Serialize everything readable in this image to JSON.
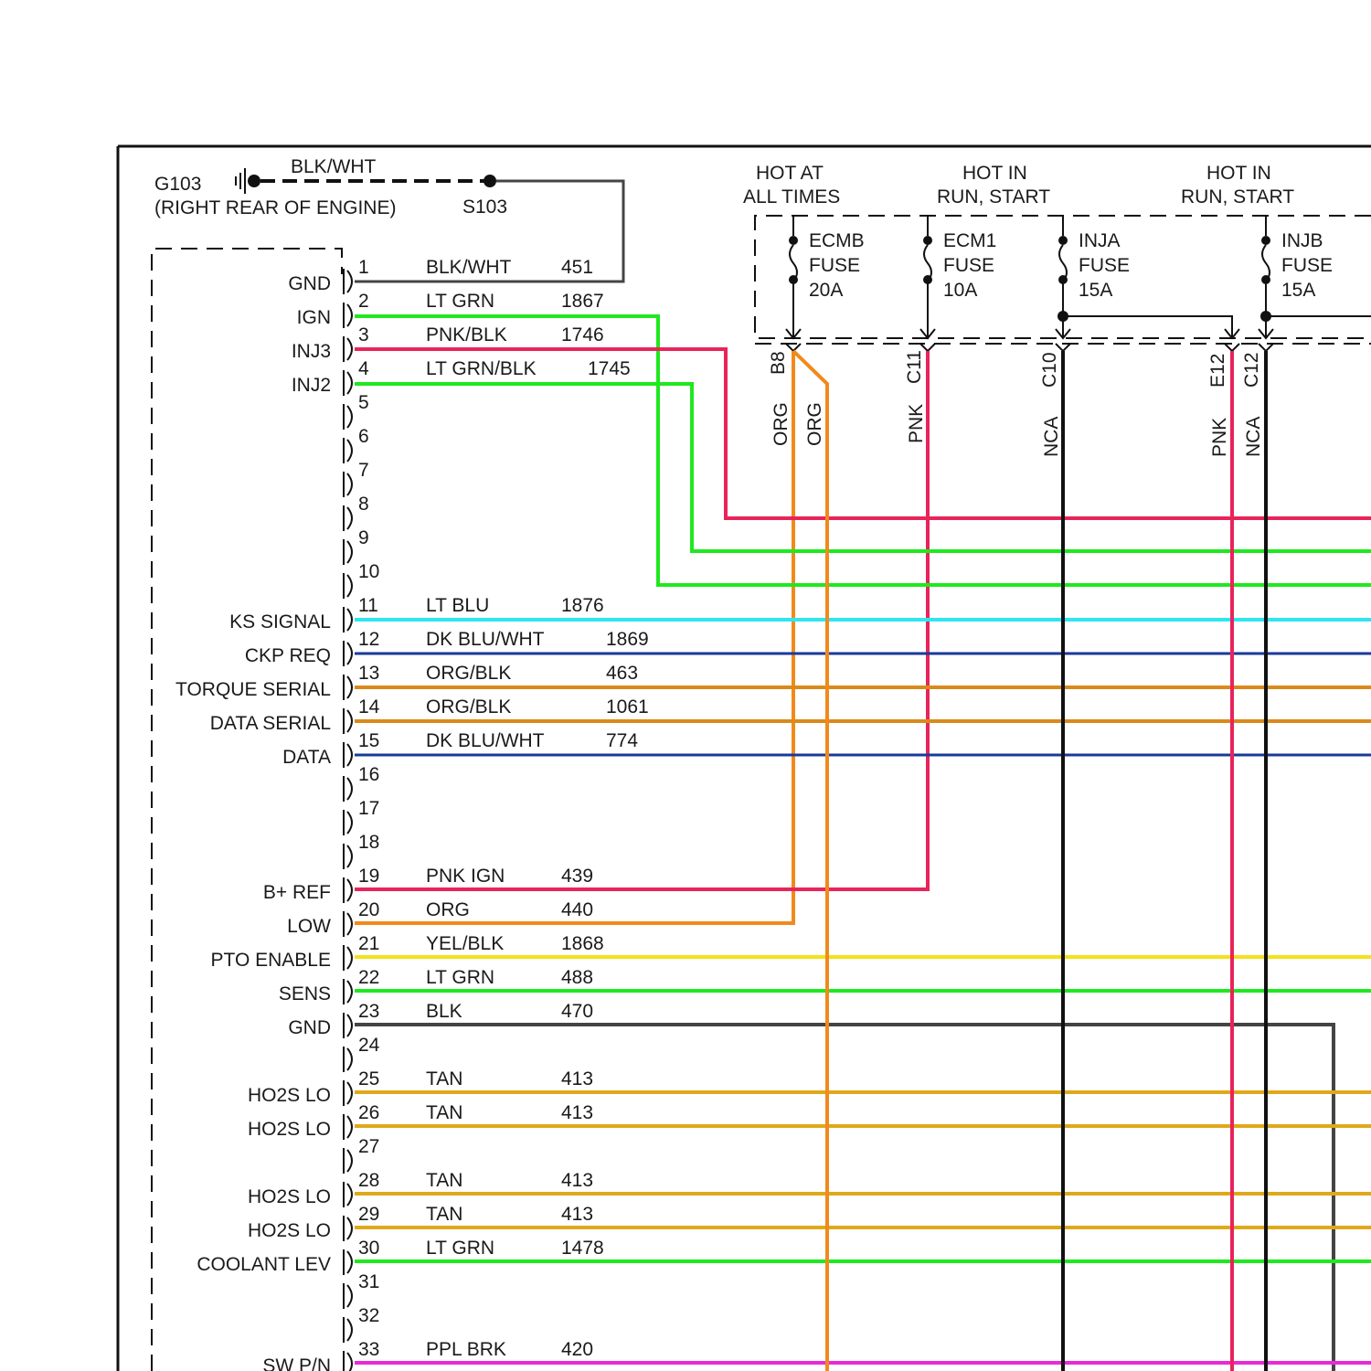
{
  "ground": {
    "id": "G103",
    "location": "(RIGHT REAR OF ENGINE)",
    "wire": "BLK/WHT",
    "splice": "S103"
  },
  "power": {
    "hot_at_all_times_1": "HOT AT",
    "hot_at_all_times_2": "ALL TIMES",
    "hot_in_1a": "HOT IN",
    "hot_in_1b": "RUN, START",
    "hot_in_2a": "HOT IN",
    "hot_in_2b": "RUN, START"
  },
  "fuses": [
    {
      "name": "ECMB",
      "type": "FUSE",
      "rating": "20A"
    },
    {
      "name": "ECM1",
      "type": "FUSE",
      "rating": "10A"
    },
    {
      "name": "INJA",
      "type": "FUSE",
      "rating": "15A"
    },
    {
      "name": "INJB",
      "type": "FUSE",
      "rating": "15A"
    }
  ],
  "fuse_terminals": [
    {
      "pin": "B8",
      "wire": "ORG"
    },
    {
      "pin": "",
      "wire": "ORG"
    },
    {
      "pin": "C11",
      "wire": "PNK"
    },
    {
      "pin": "C10",
      "wire": "NCA"
    },
    {
      "pin": "E12",
      "wire": "PNK"
    },
    {
      "pin": "C12",
      "wire": "NCA"
    }
  ],
  "pins": [
    {
      "num": "1",
      "func": "GND",
      "color": "BLK/WHT",
      "circuit": "451"
    },
    {
      "num": "2",
      "func": "IGN",
      "color": "LT GRN",
      "circuit": "1867"
    },
    {
      "num": "3",
      "func": "INJ3",
      "color": "PNK/BLK",
      "circuit": "1746"
    },
    {
      "num": "4",
      "func": "INJ2",
      "color": "LT GRN/BLK",
      "circuit": "1745"
    },
    {
      "num": "5",
      "func": "",
      "color": "",
      "circuit": ""
    },
    {
      "num": "6",
      "func": "",
      "color": "",
      "circuit": ""
    },
    {
      "num": "7",
      "func": "",
      "color": "",
      "circuit": ""
    },
    {
      "num": "8",
      "func": "",
      "color": "",
      "circuit": ""
    },
    {
      "num": "9",
      "func": "",
      "color": "",
      "circuit": ""
    },
    {
      "num": "10",
      "func": "",
      "color": "",
      "circuit": ""
    },
    {
      "num": "11",
      "func": "KS SIGNAL",
      "color": "LT BLU",
      "circuit": "1876"
    },
    {
      "num": "12",
      "func": "CKP REQ",
      "color": "DK BLU/WHT",
      "circuit": "1869"
    },
    {
      "num": "13",
      "func": "TORQUE SERIAL",
      "color": "ORG/BLK",
      "circuit": "463"
    },
    {
      "num": "14",
      "func": "DATA SERIAL",
      "color": "ORG/BLK",
      "circuit": "1061"
    },
    {
      "num": "15",
      "func": "DATA",
      "color": "DK BLU/WHT",
      "circuit": "774"
    },
    {
      "num": "16",
      "func": "",
      "color": "",
      "circuit": ""
    },
    {
      "num": "17",
      "func": "",
      "color": "",
      "circuit": ""
    },
    {
      "num": "18",
      "func": "",
      "color": "",
      "circuit": ""
    },
    {
      "num": "19",
      "func": "B+ REF",
      "color": "PNK IGN",
      "circuit": "439"
    },
    {
      "num": "20",
      "func": "LOW",
      "color": "ORG",
      "circuit": "440"
    },
    {
      "num": "21",
      "func": "PTO ENABLE",
      "color": "YEL/BLK",
      "circuit": "1868"
    },
    {
      "num": "22",
      "func": "SENS",
      "color": "LT GRN",
      "circuit": "488"
    },
    {
      "num": "23",
      "func": "GND",
      "color": "BLK",
      "circuit": "470"
    },
    {
      "num": "24",
      "func": "",
      "color": "",
      "circuit": ""
    },
    {
      "num": "25",
      "func": "HO2S LO",
      "color": "TAN",
      "circuit": "413"
    },
    {
      "num": "26",
      "func": "HO2S LO",
      "color": "TAN",
      "circuit": "413"
    },
    {
      "num": "27",
      "func": "",
      "color": "",
      "circuit": ""
    },
    {
      "num": "28",
      "func": "HO2S LO",
      "color": "TAN",
      "circuit": "413"
    },
    {
      "num": "29",
      "func": "HO2S LO",
      "color": "TAN",
      "circuit": "413"
    },
    {
      "num": "30",
      "func": "COOLANT LEV",
      "color": "LT GRN",
      "circuit": "1478"
    },
    {
      "num": "31",
      "func": "",
      "color": "",
      "circuit": ""
    },
    {
      "num": "32",
      "func": "",
      "color": "",
      "circuit": ""
    },
    {
      "num": "33",
      "func": "SW P/N",
      "color": "PPL BRK",
      "circuit": "420"
    }
  ],
  "wire_colors": {
    "ltgrn": "#1fe81f",
    "pnk": "#e8245a",
    "ltblu": "#2ee6f0",
    "dkblu": "#1a3a9a",
    "org": "#f08a1c",
    "orgblk": "#d98a1a",
    "tan": "#e0a81a",
    "yel": "#f2e21a",
    "blk": "#111111",
    "gray": "#444444",
    "ppl": "#e82ad8"
  }
}
